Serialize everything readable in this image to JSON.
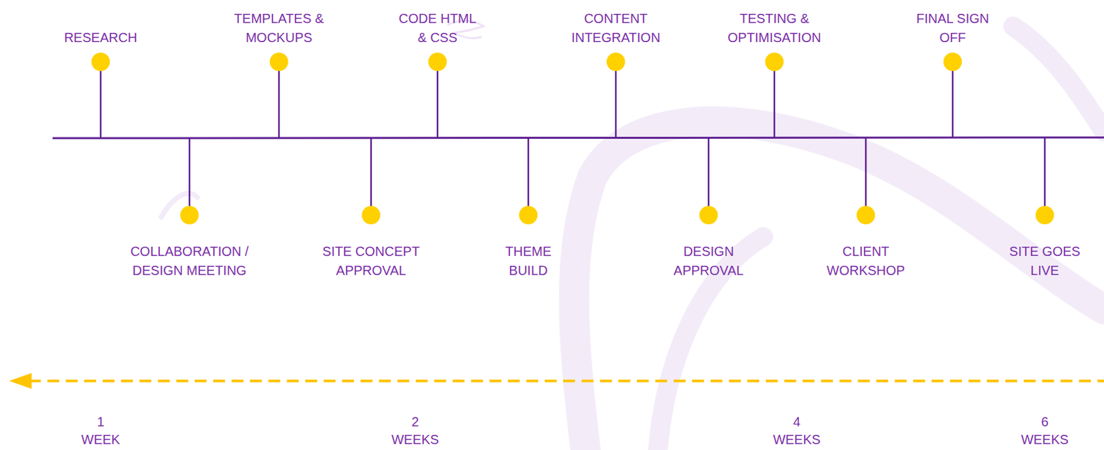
{
  "diagram": {
    "nodes": [
      {
        "text": [
          "RESEARCH"
        ]
      },
      {
        "text": [
          "COLLABORATION / DESIGN MEETING"
        ]
      },
      {
        "text": [
          "TEMPLATES & MOCKUPS"
        ]
      },
      {
        "text": [
          "SITE CONCEPT APPROVAL"
        ]
      },
      {
        "text": [
          "CODE HTML & CSS"
        ]
      },
      {
        "text": [
          "THEME BUILD"
        ]
      },
      {
        "text": [
          "CONTENT INTEGRATION"
        ]
      },
      {
        "text": [
          "DESIGN APPROVAL"
        ]
      },
      {
        "text": [
          "TESTING & OPTIMISATION"
        ]
      },
      {
        "text": [
          "CLIENT WORKSHOP"
        ]
      },
      {
        "text": [
          "FINAL SIGN OFF"
        ]
      },
      {
        "text": [
          "SITE GOES LIVE"
        ]
      }
    ],
    "edges": [],
    "labels": [
      "1 WEEK",
      "2 WEEKS",
      "4 WEEKS",
      "6 WEEKS"
    ]
  }
}
